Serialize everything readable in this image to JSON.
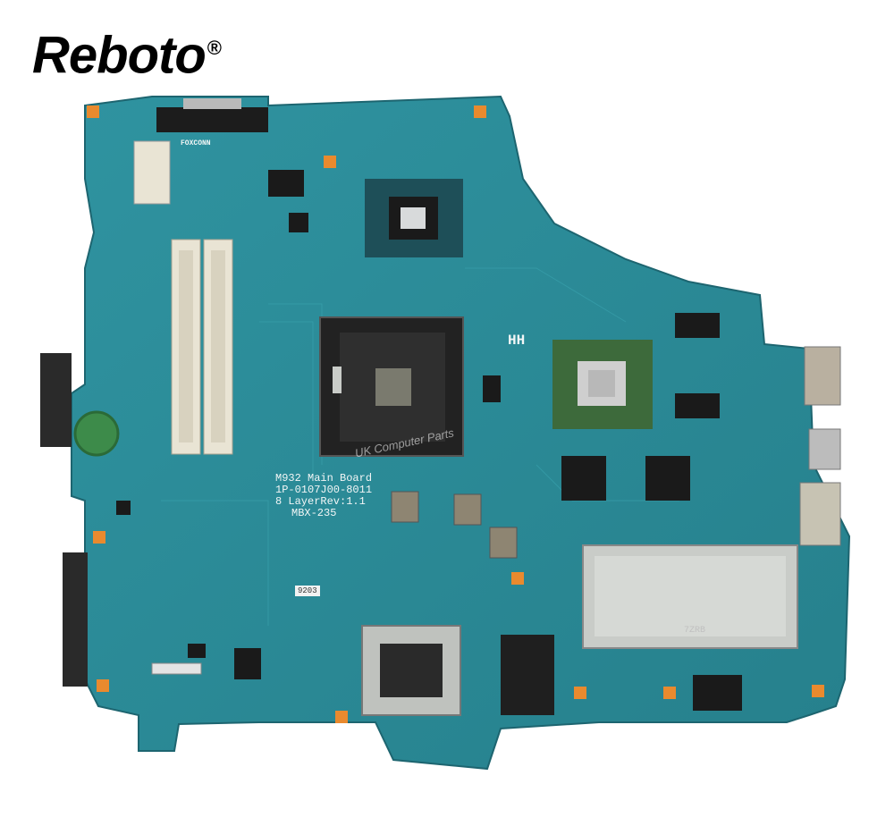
{
  "brand": {
    "name": "Reboto",
    "mark": "®"
  },
  "watermark": "UK Computer Parts",
  "silkscreen": {
    "board_name": "M932 Main Board",
    "part_number": "1P-0107J00-8011",
    "layer_rev": "8 LayerRev:1.1",
    "model": "MBX-235",
    "vendor": "FOXCONN",
    "card_label": "7ZRB",
    "sticker": "9203",
    "chip_label": "HH"
  },
  "colors": {
    "pcb": "#2d8c98",
    "pcb_dark": "#1f6f7a",
    "slot": "#e9e4d4",
    "metal": "#c9ccc8",
    "pad": "#e98a2e",
    "chip": "#1a1a1a"
  }
}
